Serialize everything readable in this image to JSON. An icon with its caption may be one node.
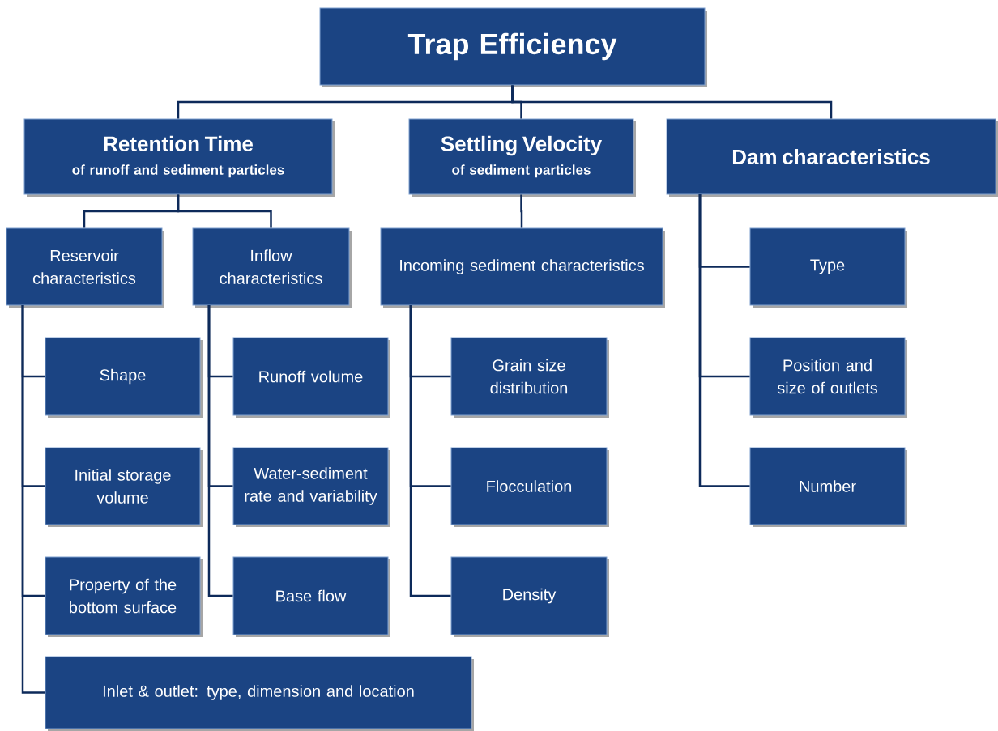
{
  "diagram": {
    "nodes": [
      {
        "text": [
          "Trap Efficiency"
        ]
      },
      {
        "text": [
          "Retention Time",
          "of runoff and sediment particles"
        ]
      },
      {
        "text": [
          "Settling Velocity",
          "of sediment particles"
        ]
      },
      {
        "text": [
          "Dam characteristics"
        ]
      },
      {
        "text": [
          "Reservoir characteristics"
        ]
      },
      {
        "text": [
          "Inflow characteristics"
        ]
      },
      {
        "text": [
          "Incoming sediment characteristics"
        ]
      },
      {
        "text": [
          "Type"
        ]
      },
      {
        "text": [
          "Position and size of outlets"
        ]
      },
      {
        "text": [
          "Number"
        ]
      },
      {
        "text": [
          "Shape"
        ]
      },
      {
        "text": [
          "Initial storage volume"
        ]
      },
      {
        "text": [
          "Property of the bottom surface"
        ]
      },
      {
        "text": [
          "Inlet & outlet: type, dimension and location"
        ]
      },
      {
        "text": [
          "Runoff volume"
        ]
      },
      {
        "text": [
          "Water-sediment rate and variability"
        ]
      },
      {
        "text": [
          "Base flow"
        ]
      },
      {
        "text": [
          "Grain size distribution"
        ]
      },
      {
        "text": [
          "Flocculation"
        ]
      },
      {
        "text": [
          "Density"
        ]
      }
    ],
    "edges": [
      {
        "from": 0,
        "to": 1,
        "arrow": "none"
      },
      {
        "from": 0,
        "to": 2,
        "arrow": "none"
      },
      {
        "from": 0,
        "to": 3,
        "arrow": "none"
      },
      {
        "from": 1,
        "to": 4,
        "arrow": "none"
      },
      {
        "from": 1,
        "to": 5,
        "arrow": "none"
      },
      {
        "from": 2,
        "to": 6,
        "arrow": "none"
      },
      {
        "from": 3,
        "to": 7,
        "arrow": "none"
      },
      {
        "from": 3,
        "to": 8,
        "arrow": "none"
      },
      {
        "from": 3,
        "to": 9,
        "arrow": "none"
      },
      {
        "from": 4,
        "to": 10,
        "arrow": "none"
      },
      {
        "from": 4,
        "to": 11,
        "arrow": "none"
      },
      {
        "from": 4,
        "to": 12,
        "arrow": "none"
      },
      {
        "from": 4,
        "to": 13,
        "arrow": "none"
      },
      {
        "from": 5,
        "to": 14,
        "arrow": "none"
      },
      {
        "from": 5,
        "to": 15,
        "arrow": "none"
      },
      {
        "from": 5,
        "to": 16,
        "arrow": "none"
      },
      {
        "from": 6,
        "to": 17,
        "arrow": "none"
      },
      {
        "from": 6,
        "to": 18,
        "arrow": "none"
      },
      {
        "from": 6,
        "to": 19,
        "arrow": "none"
      }
    ]
  }
}
